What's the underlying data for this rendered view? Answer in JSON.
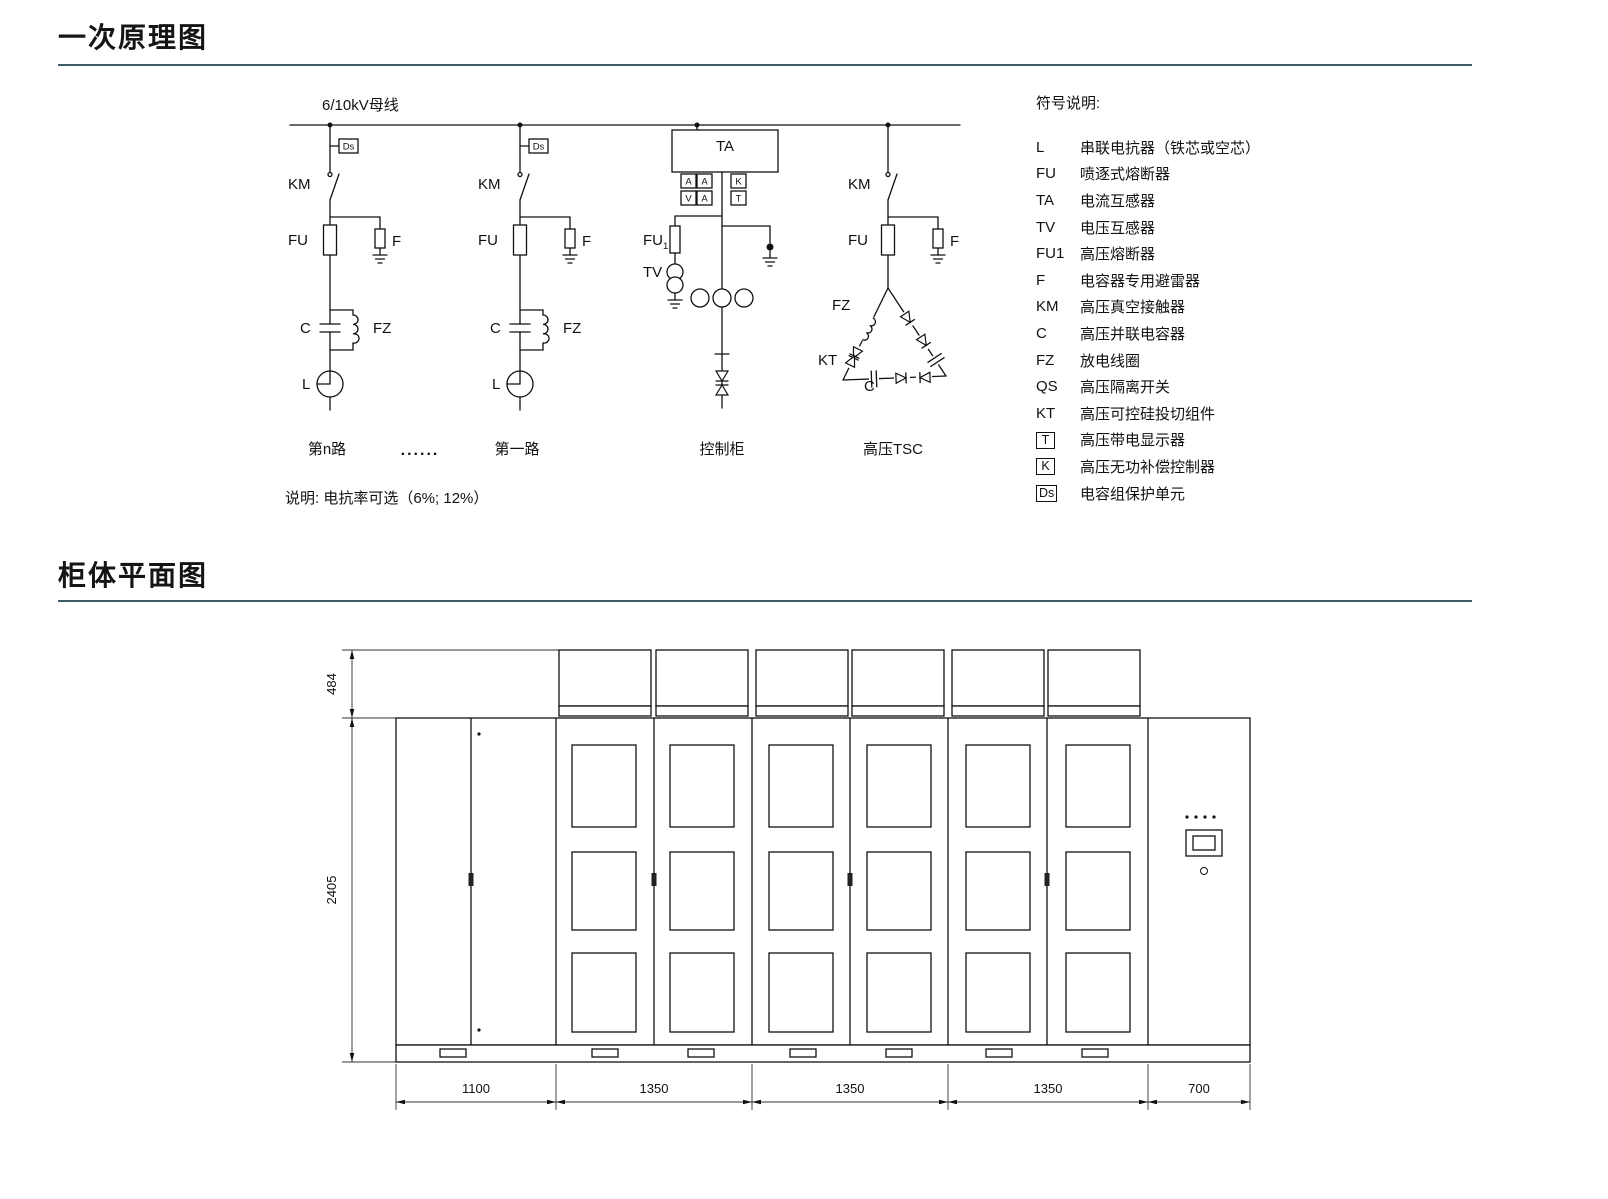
{
  "sections": {
    "schematic_title": "一次原理图",
    "cabinet_title": "柜体平面图"
  },
  "schematic": {
    "busbar_label": "6/10kV母线",
    "note": "说明: 电抗率可选（6%; 12%）",
    "ellipsis": "......",
    "branch_labels": {
      "branch_n": "第n路",
      "branch_1": "第一路",
      "control_cabinet": "控制柜",
      "tsc": "高压TSC"
    },
    "labels": {
      "km": "KM",
      "fu": "FU",
      "f": "F",
      "c": "C",
      "fz": "FZ",
      "l": "L",
      "ta": "TA",
      "tv": "TV",
      "fu1": "FU",
      "fu1_sub": "1",
      "kt": "KT",
      "ds": "Ds"
    },
    "meters": {
      "r1c1": "A",
      "r1c2": "A",
      "r1c3": "K",
      "r2c1": "V",
      "r2c2": "A",
      "r2c3": "T"
    }
  },
  "legend": {
    "title": "符号说明:",
    "items": [
      {
        "symbol": "L",
        "desc": "串联电抗器（铁芯或空芯）"
      },
      {
        "symbol": "FU",
        "desc": "喷逐式熔断器"
      },
      {
        "symbol": "TA",
        "desc": "电流互感器"
      },
      {
        "symbol": "TV",
        "desc": "电压互感器"
      },
      {
        "symbol": "FU1",
        "desc": "高压熔断器"
      },
      {
        "symbol": "F",
        "desc": "电容器专用避雷器"
      },
      {
        "symbol": "KM",
        "desc": "高压真空接触器"
      },
      {
        "symbol": "C",
        "desc": "高压并联电容器"
      },
      {
        "symbol": "FZ",
        "desc": "放电线圈"
      },
      {
        "symbol": "QS",
        "desc": "高压隔离开关"
      },
      {
        "symbol": "KT",
        "desc": "高压可控硅投切组件"
      },
      {
        "symbol": "T",
        "desc": "高压带电显示器"
      },
      {
        "symbol": "K",
        "desc": "高压无功补偿控制器"
      },
      {
        "symbol": "Ds",
        "desc": "电容组保护单元"
      }
    ]
  },
  "cabinet": {
    "dim_mesh_height": "484",
    "dim_body_height": "2405",
    "dim_widths": [
      "1100",
      "1350",
      "1350",
      "1350",
      "700"
    ]
  }
}
